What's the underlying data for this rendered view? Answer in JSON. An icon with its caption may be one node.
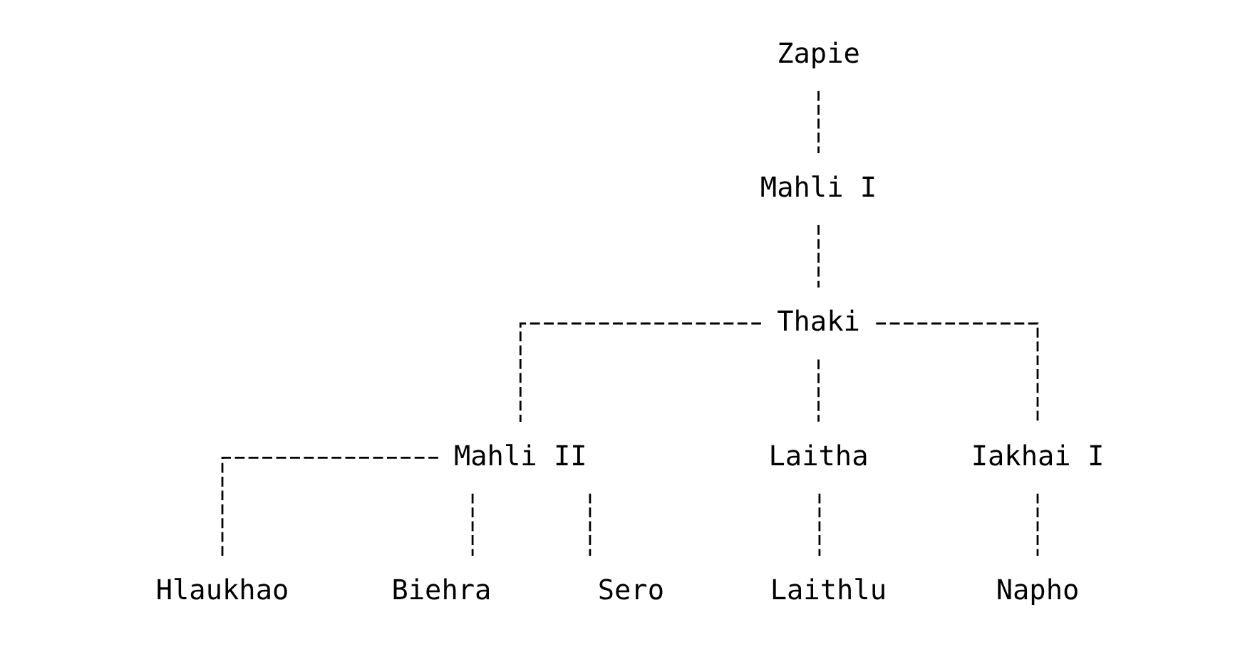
{
  "diagram": {
    "nodes": [
      {
        "text": [
          "Zapie"
        ]
      },
      {
        "text": [
          "Mahli I"
        ]
      },
      {
        "text": [
          "Thaki"
        ]
      },
      {
        "text": [
          "Mahli II"
        ]
      },
      {
        "text": [
          "Laitha"
        ]
      },
      {
        "text": [
          "Iakhai I"
        ]
      },
      {
        "text": [
          "Laithlu"
        ]
      },
      {
        "text": [
          "Napho"
        ]
      },
      {
        "text": [
          "Hlaukhao"
        ]
      },
      {
        "text": [
          "Biehra"
        ]
      },
      {
        "text": [
          "Sero"
        ]
      }
    ],
    "edges": [
      {
        "from": 0,
        "to": 1,
        "arrow": "none"
      },
      {
        "from": 1,
        "to": 2,
        "arrow": "none"
      },
      {
        "from": 2,
        "to": 3,
        "arrow": "none"
      },
      {
        "from": 2,
        "to": 4,
        "arrow": "none"
      },
      {
        "from": 2,
        "to": 5,
        "arrow": "none"
      },
      {
        "from": 4,
        "to": 6,
        "arrow": "none"
      },
      {
        "from": 5,
        "to": 7,
        "arrow": "none"
      },
      {
        "from": 3,
        "to": 8,
        "arrow": "none"
      },
      {
        "from": 3,
        "to": 9,
        "arrow": "none"
      },
      {
        "from": 3,
        "to": 10,
        "arrow": "none"
      }
    ]
  }
}
